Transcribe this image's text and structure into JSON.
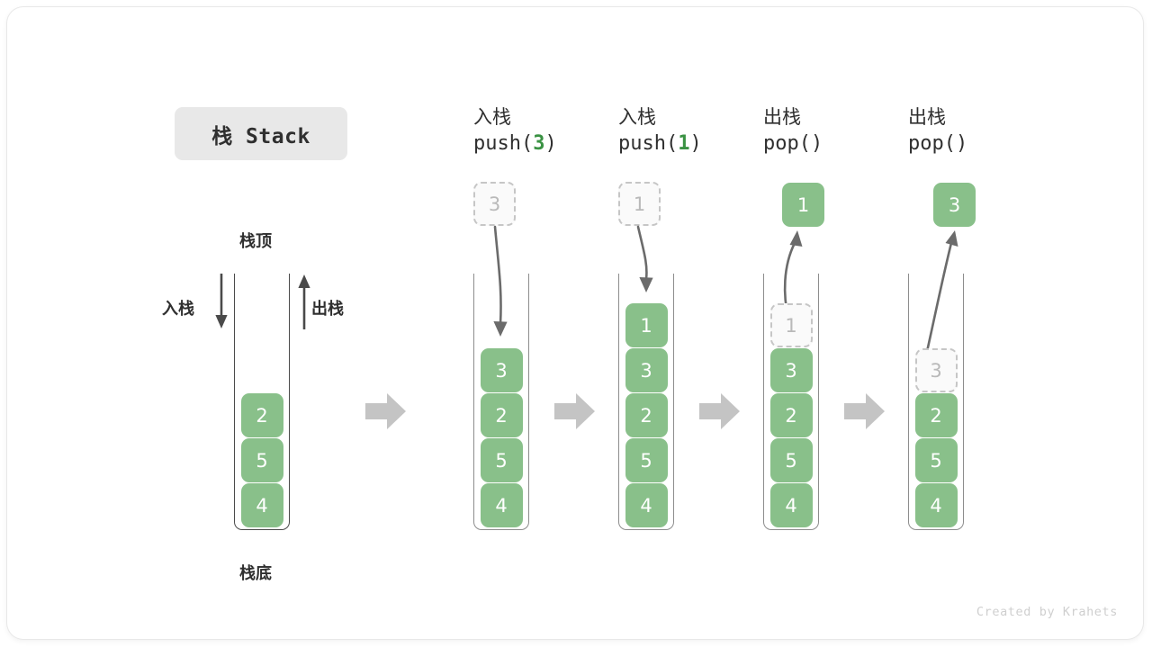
{
  "title_chip": {
    "label": "栈 Stack"
  },
  "watermark": {
    "text": "Created by Krahets"
  },
  "palette": {
    "cell_green": "#89c08a",
    "ghost_border": "#c6c6c6",
    "ghost_text": "#b9b9b9",
    "rail": "#4a4a4a",
    "arrow_gray": "#6b6b6b",
    "block_arrow": "#c4c4c4",
    "chip_bg": "#e8e8e8",
    "accent_code": "#3a9243"
  },
  "legend": {
    "top_label": "栈顶",
    "bottom_label": "栈底",
    "push_label": "入栈",
    "pop_label": "出栈"
  },
  "columns": [
    {
      "id": "initial",
      "header_cn": "",
      "header_code": "",
      "header_code_arg": "",
      "float_cell": null,
      "cells": [
        "4",
        "5",
        "2"
      ]
    },
    {
      "id": "push-3",
      "header_cn": "入栈",
      "header_code_pre": "push(",
      "header_code_arg": "3",
      "header_code_post": ")",
      "float_cell": {
        "value": "3",
        "style": "ghost"
      },
      "arrow": "down",
      "cells": [
        "4",
        "5",
        "2",
        "3"
      ]
    },
    {
      "id": "push-1",
      "header_cn": "入栈",
      "header_code_pre": "push(",
      "header_code_arg": "1",
      "header_code_post": ")",
      "float_cell": {
        "value": "1",
        "style": "ghost"
      },
      "arrow": "down",
      "cells": [
        "4",
        "5",
        "2",
        "3",
        "1"
      ]
    },
    {
      "id": "pop-1",
      "header_cn": "出栈",
      "header_code_pre": "pop(",
      "header_code_arg": "",
      "header_code_post": ")",
      "float_cell": {
        "value": "1",
        "style": "solid"
      },
      "arrow": "up",
      "cells": [
        "4",
        "5",
        "2",
        "3",
        "1"
      ],
      "ghost_top_index": 4
    },
    {
      "id": "pop-2",
      "header_cn": "出栈",
      "header_code_pre": "pop(",
      "header_code_arg": "",
      "header_code_post": ")",
      "float_cell": {
        "value": "3",
        "style": "solid"
      },
      "arrow": "up",
      "cells": [
        "4",
        "5",
        "2",
        "3"
      ],
      "ghost_top_index": 3
    }
  ]
}
